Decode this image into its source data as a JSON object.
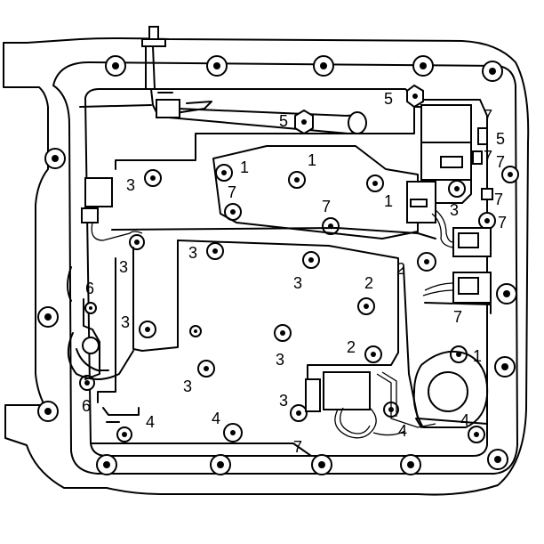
{
  "diagram": {
    "callouts": [
      {
        "id": "c5a",
        "text": "5"
      },
      {
        "id": "c5b",
        "text": "5"
      },
      {
        "id": "c5c",
        "text": "5"
      },
      {
        "id": "c7a",
        "text": "7"
      },
      {
        "id": "c7b",
        "text": "7"
      },
      {
        "id": "c7c",
        "text": "7"
      },
      {
        "id": "c7d",
        "text": "7"
      },
      {
        "id": "c7e",
        "text": "7"
      },
      {
        "id": "c7f",
        "text": "7"
      },
      {
        "id": "c7g",
        "text": "7"
      },
      {
        "id": "c7h",
        "text": "7"
      },
      {
        "id": "c7i",
        "text": "7"
      },
      {
        "id": "c1a",
        "text": "1"
      },
      {
        "id": "c1b",
        "text": "1"
      },
      {
        "id": "c1c",
        "text": "1"
      },
      {
        "id": "c1d",
        "text": "1"
      },
      {
        "id": "c3a",
        "text": "3"
      },
      {
        "id": "c3b",
        "text": "3"
      },
      {
        "id": "c3c",
        "text": "3"
      },
      {
        "id": "c3d",
        "text": "3"
      },
      {
        "id": "c3e",
        "text": "3"
      },
      {
        "id": "c3f",
        "text": "3"
      },
      {
        "id": "c3g",
        "text": "3"
      },
      {
        "id": "c3h",
        "text": "3"
      },
      {
        "id": "c3i",
        "text": "3"
      },
      {
        "id": "c2a",
        "text": "2"
      },
      {
        "id": "c2b",
        "text": "2"
      },
      {
        "id": "c2c",
        "text": "2"
      },
      {
        "id": "c6a",
        "text": "6"
      },
      {
        "id": "c6b",
        "text": "6"
      },
      {
        "id": "c4a",
        "text": "4"
      },
      {
        "id": "c4b",
        "text": "4"
      },
      {
        "id": "c4c",
        "text": "4"
      },
      {
        "id": "c4d",
        "text": "4"
      }
    ]
  }
}
